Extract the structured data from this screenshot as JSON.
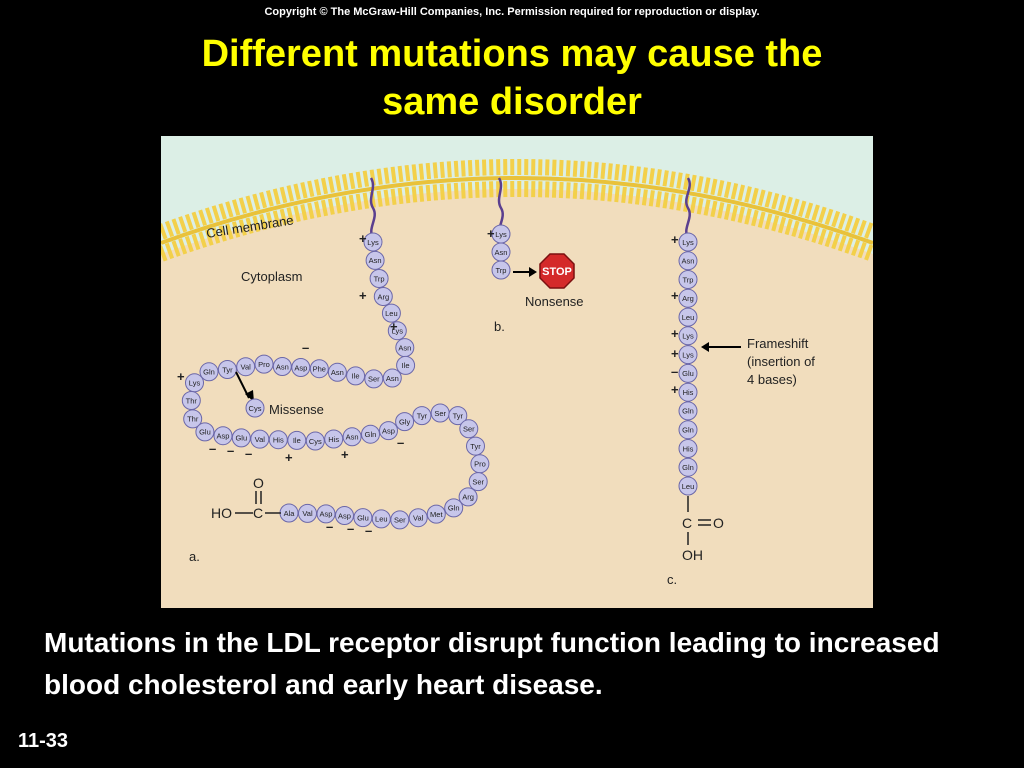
{
  "copyright": "Copyright  © The McGraw-Hill Companies, Inc.  Permission required for reproduction or display.",
  "title_lines": [
    "Different mutations may cause the",
    "same disorder"
  ],
  "caption": "Mutations in the LDL receptor disrupt function leading to increased blood cholesterol and early heart disease.",
  "slide_number": "11-33",
  "colors": {
    "background": "#000000",
    "title": "#ffff00",
    "extracellular": "#dcefe6",
    "cytoplasm": "#f1ddbd",
    "membrane": "#f3d04a",
    "bead": "#c7c6ea",
    "stop_sign": "#d42a2a"
  },
  "figure": {
    "membrane_label": "Cell membrane",
    "cytoplasm_label": "Cytoplasm",
    "panel_a": {
      "label": "a.",
      "chain": [
        "Lys",
        "Asn",
        "Trp",
        "Arg",
        "Leu",
        "Lys",
        "Asn",
        "Ile",
        "Asn",
        "Ser",
        "Ile",
        "Asn",
        "Phe",
        "Asp",
        "Asn",
        "Pro",
        "Val",
        "Tyr",
        "Gln",
        "Lys",
        "Thr",
        "Thr",
        "Glu",
        "Asp",
        "Glu",
        "Val",
        "His",
        "Ile",
        "Cys",
        "His",
        "Asn",
        "Gln",
        "Asp",
        "Gly",
        "Tyr",
        "Ser",
        "Tyr",
        "Ser",
        "Tyr",
        "Pro",
        "Ser",
        "Arg",
        "Gln",
        "Met",
        "Val",
        "Ser",
        "Leu",
        "Glu",
        "Asp",
        "Asp",
        "Val",
        "Ala"
      ],
      "mutant_residue": "Cys",
      "mutation_label": "Missense",
      "terminus": {
        "ho": "HO",
        "c": "C",
        "o": "O"
      },
      "charges": {
        "plus": "+",
        "minus": "–"
      }
    },
    "panel_b": {
      "label": "b.",
      "chain": [
        "Lys",
        "Asn",
        "Trp"
      ],
      "stop_text": "STOP",
      "mutation_label": "Nonsense"
    },
    "panel_c": {
      "label": "c.",
      "chain": [
        "Lys",
        "Asn",
        "Trp",
        "Arg",
        "Leu",
        "Lys",
        "Lys",
        "Glu",
        "His",
        "Gln",
        "Gln",
        "His",
        "Gln",
        "Leu"
      ],
      "mutation_label_lines": [
        "Frameshift",
        "(insertion of",
        "4 bases)"
      ],
      "terminus": {
        "c": "C",
        "o": "O",
        "oh": "OH"
      }
    }
  }
}
